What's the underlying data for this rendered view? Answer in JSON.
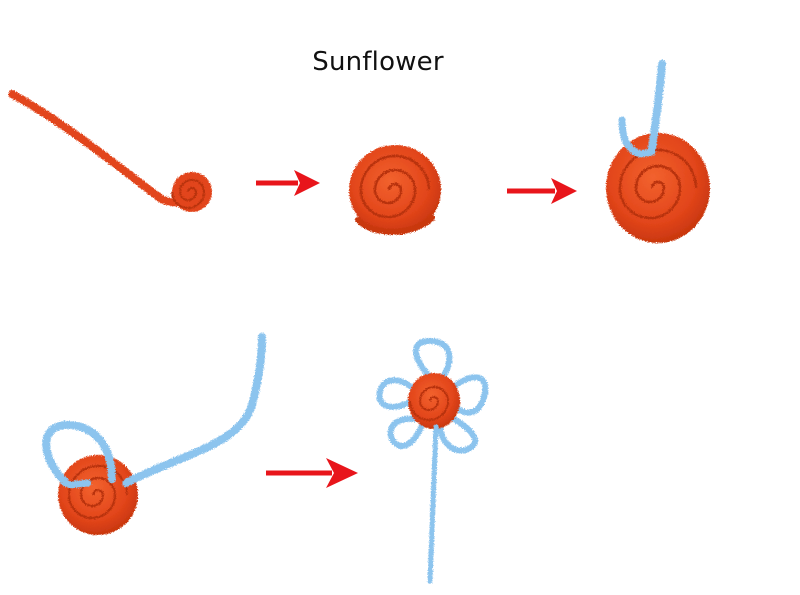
{
  "title": "Sunflower",
  "colors": {
    "cleaner_orange": "#e2451a",
    "cleaner_orange_dark": "#b8320d",
    "cleaner_blue": "#8cc4ee",
    "cleaner_blue_dark": "#5d9fd3",
    "arrow_red": "#e8151b",
    "background": "#ffffff"
  },
  "steps": [
    {
      "id": 1,
      "description_icon": "pipe-cleaner-coil-start"
    },
    {
      "id": 2,
      "description_icon": "pipe-cleaner-coiled-disc"
    },
    {
      "id": 3,
      "description_icon": "disc-with-blue-stem-inserted"
    },
    {
      "id": 4,
      "description_icon": "disc-with-first-blue-petal-loop"
    },
    {
      "id": 5,
      "description_icon": "finished-flower-with-stem"
    }
  ],
  "arrows": [
    {
      "from": 1,
      "to": 2,
      "icon": "arrow-right-icon"
    },
    {
      "from": 2,
      "to": 3,
      "icon": "arrow-right-icon"
    },
    {
      "from": 4,
      "to": 5,
      "icon": "arrow-right-icon"
    }
  ]
}
